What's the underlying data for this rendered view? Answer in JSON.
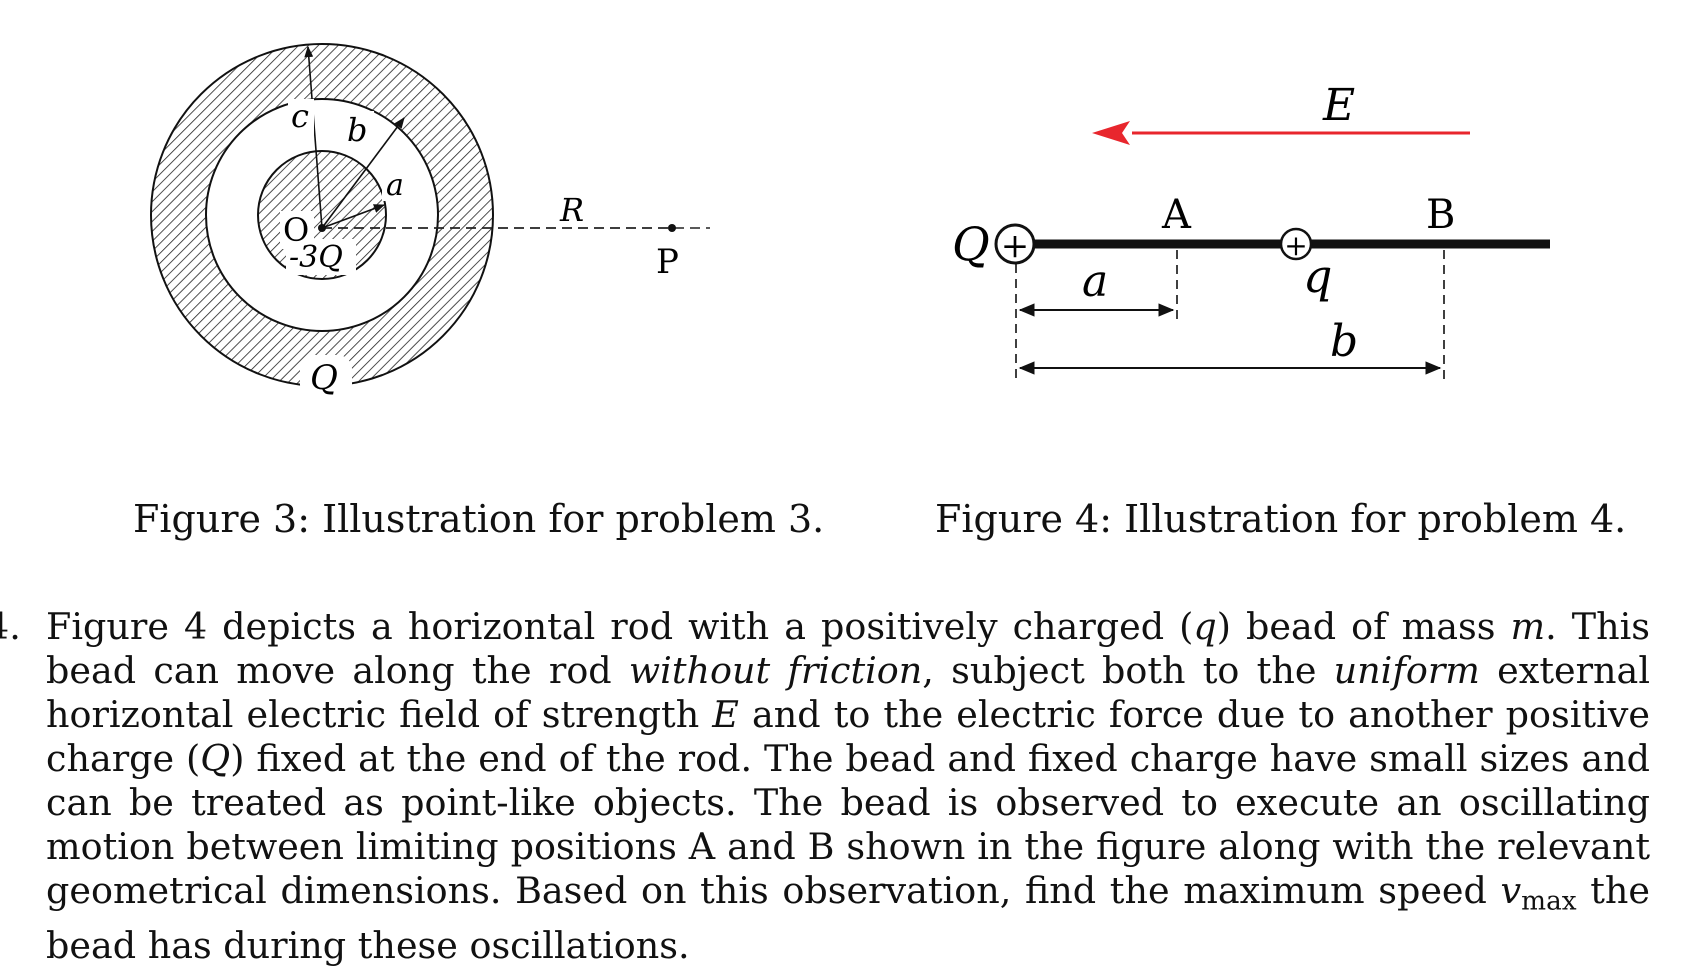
{
  "figure3": {
    "label_c": "c",
    "label_b": "b",
    "label_a": "a",
    "label_O": "O",
    "label_inner_charge": "-3Q",
    "label_shell_charge": "Q",
    "label_R": "R",
    "label_P": "P"
  },
  "figure4": {
    "label_E": "E",
    "label_Q": "Q",
    "label_A": "A",
    "label_B": "B",
    "label_q": "q",
    "label_a": "a",
    "label_b": "b",
    "plus": "+",
    "field_color": "#e8262d"
  },
  "captions": {
    "fig3": "Figure 3: Illustration for problem 3.",
    "fig4": "Figure 4: Illustration for problem 4."
  },
  "problem": {
    "number": "4.",
    "t1": "Figure 4 depicts a horizontal rod with a positively charged (",
    "v_q": "q",
    "t2": ") bead of mass ",
    "v_m": "m",
    "t3": ". This bead can move along the rod ",
    "em1": "without friction",
    "t4": ", subject both to the ",
    "em2": "uniform",
    "t5": " external horizontal electric field of strength ",
    "v_E": "E",
    "t6": " and to the electric force due to another positive charge (",
    "v_Q": "Q",
    "t7": ") fixed at the end of the rod. The bead and fixed charge have small sizes and can be treated as point-like objects. The bead is observed to execute an oscillating motion between limiting positions A and B shown in the figure along with the relevant geometrical dimensions. Based on this observation, find the maximum speed ",
    "v_v": "v",
    "v_sub": "max",
    "t8": " the bead has during these oscillations."
  }
}
